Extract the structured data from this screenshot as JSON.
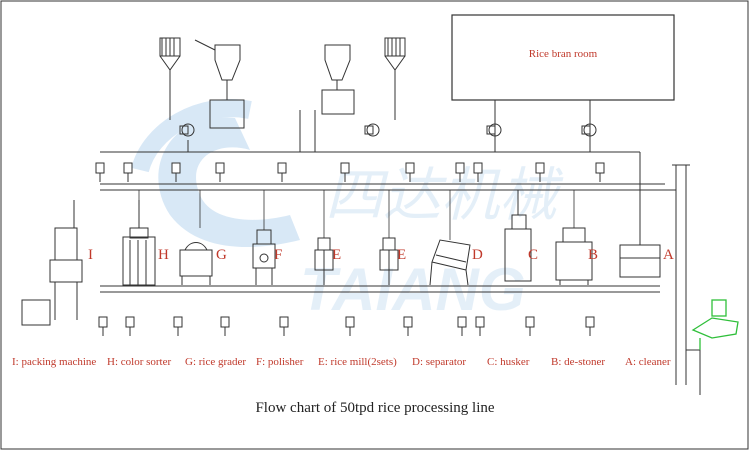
{
  "title": "Flow chart of 50tpd rice processing line",
  "rice_bran_room": "Rice bran room",
  "colors": {
    "label_red": "#c0392b",
    "line": "#333333",
    "watermark": "#b9d6ef",
    "green_machine": "#2fbf3a"
  },
  "watermark_text": "TAIANG",
  "machine_letters": [
    "I",
    "H",
    "G",
    "F",
    "E",
    "E",
    "D",
    "C",
    "B",
    "A"
  ],
  "legend": [
    "I: packing machine",
    "H: color sorter",
    "G: rice grader",
    "F: polisher",
    "E: rice mill(2sets)",
    "D: separator",
    "C: husker",
    "B: de-stoner",
    "A: cleaner"
  ]
}
